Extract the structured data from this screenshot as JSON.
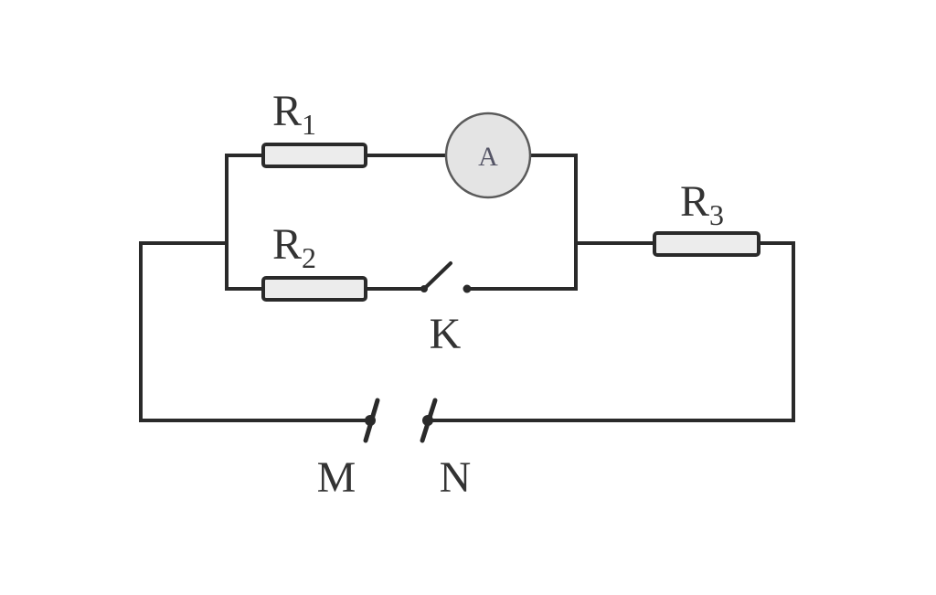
{
  "components": {
    "r1": {
      "symbol": "R",
      "subscript": "1"
    },
    "r2": {
      "symbol": "R",
      "subscript": "2"
    },
    "r3": {
      "symbol": "R",
      "subscript": "3"
    },
    "ammeter": {
      "label": "A"
    },
    "switch": {
      "label": "K"
    },
    "terminal_m": {
      "label": "M"
    },
    "terminal_n": {
      "label": "N"
    }
  },
  "colors": {
    "wire": "#2a2a2a",
    "resistor_fill": "#ececec",
    "ammeter_fill": "#e4e4e4"
  }
}
